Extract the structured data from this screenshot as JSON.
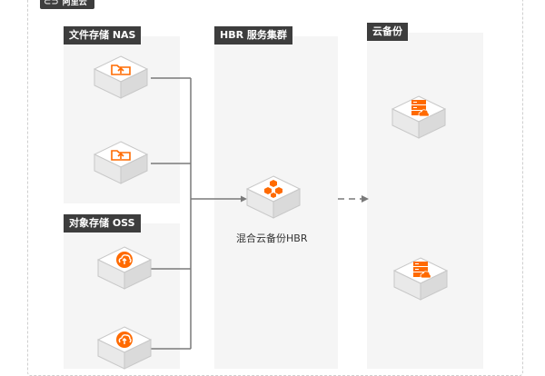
{
  "cloud_label": "阿里云",
  "panels": {
    "nas": {
      "title": "文件存储 NAS"
    },
    "oss": {
      "title": "对象存储 OSS"
    },
    "hbr": {
      "title": "HBR 服务集群"
    },
    "backup": {
      "title": "云备份"
    }
  },
  "hub": {
    "label": "混合云备份HBR"
  },
  "icons": {
    "nas": "folder-upload-icon",
    "oss": "cloud-upload-icon",
    "hbr": "hexagon-cluster-icon",
    "backup": "server-cloud-icon"
  },
  "colors": {
    "accent": "#ff6a00",
    "connector": "#7a7a7a",
    "panel_bg": "#f5f5f5",
    "title_bg": "#3d3d3d"
  }
}
